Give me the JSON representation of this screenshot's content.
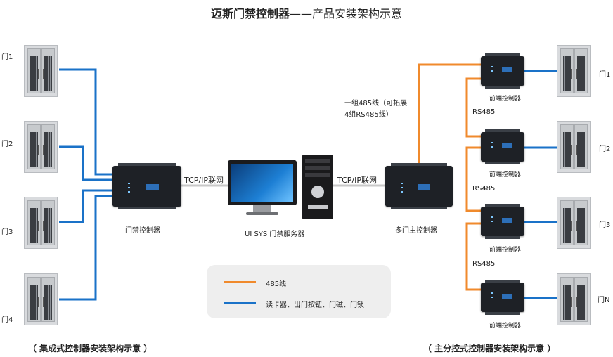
{
  "title": {
    "main": "迈斯门禁控制器",
    "sub": "——产品安装架构示意"
  },
  "left": {
    "doors": [
      "门1",
      "门2",
      "门3",
      "门4"
    ],
    "controller_label": "门禁控制器",
    "link_label": "TCP/IP联网",
    "caption": "（ 集成式控制器安装架构示意 ）"
  },
  "center": {
    "server_label": "UI SYS 门禁服务器"
  },
  "right": {
    "link_label": "TCP/IP联网",
    "controller_label": "多门主控制器",
    "bus_note_line1": "一组485线（可拓展",
    "bus_note_line2": "4组RS485线）",
    "rs485_labels": [
      "RS485",
      "RS485",
      "RS485"
    ],
    "front_label": "前端控制器",
    "doors": [
      "门1",
      "门2",
      "门3",
      "门N"
    ],
    "caption": "（ 主分控式控制器安装架构示意 ）"
  },
  "legend": {
    "items": [
      {
        "label": "485线",
        "color": "#f08a2c"
      },
      {
        "label": "读卡器、出门按钮、门磁、门锁",
        "color": "#1a72c8"
      }
    ]
  },
  "colors": {
    "rs485": "#f08a2c",
    "signal": "#1a72c8",
    "network": "#c8c8c8"
  }
}
